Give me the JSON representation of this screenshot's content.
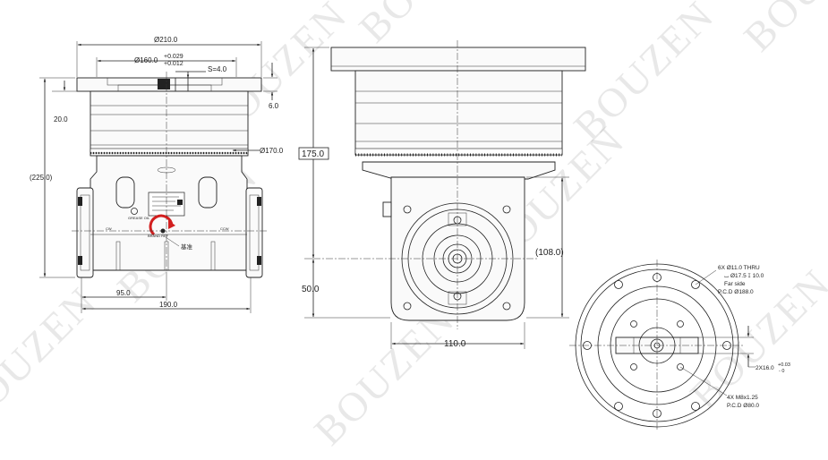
{
  "watermark": "BOUZEN",
  "front_view": {
    "dim_top_width": "Ø210.0",
    "dim_bore": "Ø160.0",
    "dim_bore_tol_upper": "+0.029",
    "dim_bore_tol_lower": "+0.012",
    "dim_s": "S=4.0",
    "dim_flange_thk": "6.0",
    "dim_top_height": "20.0",
    "dim_total_height": "(225.0)",
    "dim_ring": "Ø170.0",
    "dim_half_width": "95.0",
    "dim_width": "190.0",
    "label_cw": "CW",
    "label_ccw": "CCW",
    "label_grease": "GREASE OIL",
    "label_ref": "基准",
    "label_arrow_text": "BRAND REF"
  },
  "side_view": {
    "dim_height": "175.0",
    "dim_center_height": "(108.0)",
    "dim_base": "50.0",
    "dim_width": "110.0"
  },
  "bottom_view": {
    "note_through": "6X Ø11.0 THRU",
    "note_cbore": "⌴ Ø17.5 ↧ 10.0",
    "note_farside": "Far side",
    "note_pcd_outer": "P.C.D Ø188.0",
    "note_keyway": "2X16.0",
    "note_keyway_tol_upper": "+0.03",
    "note_keyway_tol_lower": "- 0",
    "note_tapped": "4X M8x1.25",
    "note_pcd_inner": "P.C.D Ø80.0"
  }
}
